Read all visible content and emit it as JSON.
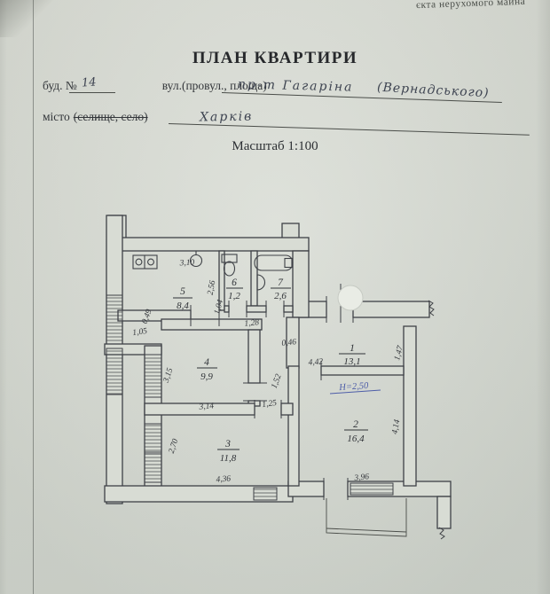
{
  "page": {
    "header_note": "єкта нерухомого майна",
    "title": "ПЛАН КВАРТИРИ",
    "scale_note": "Масштаб 1:100"
  },
  "form": {
    "building_label": "буд. №",
    "building_number": "14",
    "street_label": "вул.(провул., площа)",
    "street_value": "пр-т Гагаріна",
    "street_value2": "(Вернадського)",
    "city_label": "місто",
    "city_label_struck": "(селище, село)",
    "city_value": "Харків"
  },
  "plan": {
    "height_note": "Н=2,50",
    "rooms": [
      {
        "number": "1",
        "area": "13,1"
      },
      {
        "number": "2",
        "area": "16,4"
      },
      {
        "number": "3",
        "area": "11,8"
      },
      {
        "number": "4",
        "area": "9,9"
      },
      {
        "number": "5",
        "area": "8,4"
      },
      {
        "number": "6",
        "area": "1,2"
      },
      {
        "number": "7",
        "area": "2,6"
      }
    ],
    "dimensions": {
      "d310": "3,10",
      "d256": "2,56",
      "d104": "1,04",
      "d128": "1,28",
      "d049": "0,49",
      "d105": "1,05",
      "d046": "0,46",
      "d442": "4,42",
      "d147": "1,47",
      "d315": "3,15",
      "d314": "3,14",
      "d152": "1,52",
      "d125": "1,25",
      "d414": "4,14",
      "d270": "2,70",
      "d436": "4,36",
      "d396": "3,96"
    },
    "fixtures": [
      "stove-icon",
      "sink-icon",
      "toilet-icon",
      "bathtub-icon",
      "washbasin-icon"
    ]
  },
  "colors": {
    "paper": "#d7dbd3",
    "ink": "#3e4146",
    "blue_ink": "#4d5da8",
    "handwriting": "#3e4451"
  }
}
